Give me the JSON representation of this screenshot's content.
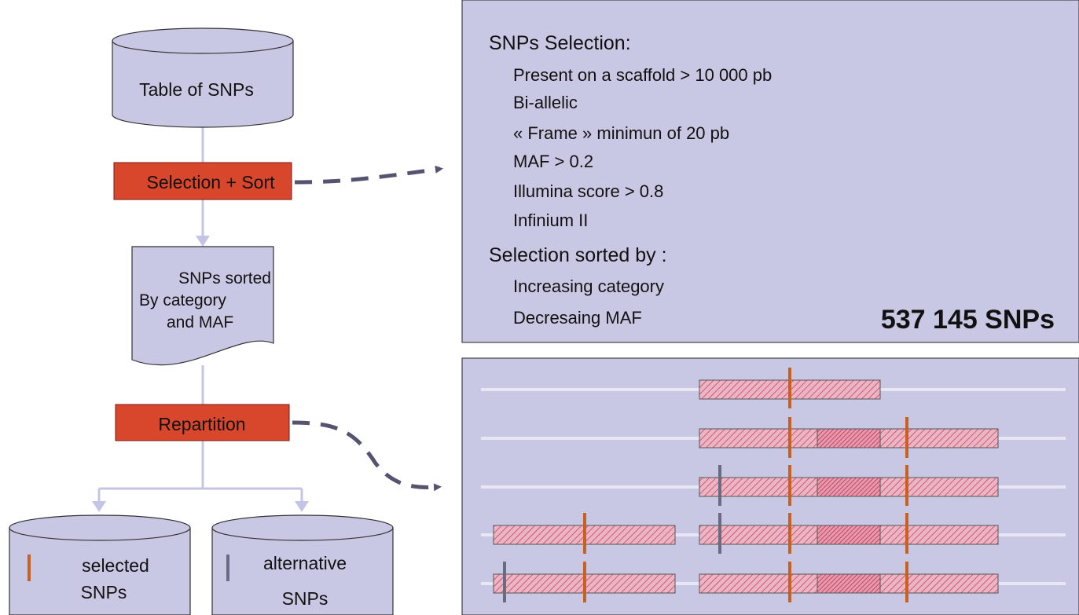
{
  "flow": {
    "table_label": "Table of SNPs",
    "selection_step": "Selection + Sort",
    "sorted_doc": {
      "line1": "SNPs sorted",
      "line2": "By category",
      "line3": "and MAF"
    },
    "repartition_step": "Repartition",
    "selected_db": {
      "line1": "selected",
      "line2": "SNPs"
    },
    "alternative_db": {
      "line1": "alternative",
      "line2": "SNPs"
    }
  },
  "criteria_panel": {
    "heading": "SNPs Selection:",
    "criteria": [
      "Present on a scaffold > 10 000 pb",
      "Bi-allelic",
      "« Frame » minimun of 20 pb",
      "MAF > 0.2",
      "Illumina score > 0.8",
      "Infinium II"
    ],
    "sort_heading": "Selection sorted by :",
    "sort_keys": [
      "Increasing category",
      "Decresaing MAF"
    ],
    "total": "537 145 SNPs"
  },
  "colors": {
    "panel_fill": "#c8c8e4",
    "step_fill": "#d8472c",
    "flow_line": "#c4c4e6",
    "selected_marker": "#c86020",
    "alternative_marker": "#6a6a80",
    "window_hatch": "#d44050",
    "arrow": "#545470"
  }
}
